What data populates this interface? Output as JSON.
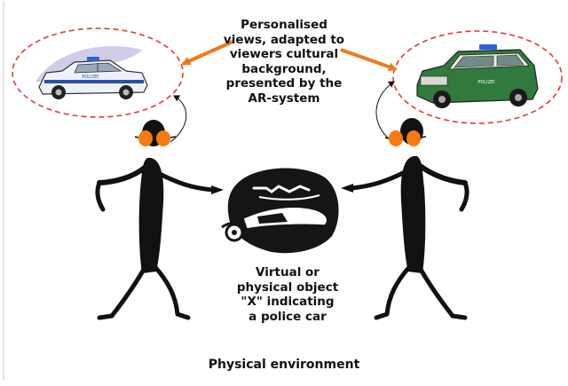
{
  "captions": {
    "personalised_views": "Personalised\nviews, adapted to\nviewers cultural\nbackground,\npresented by the\nAR-system",
    "object": "Virtual or\nphysical object\n\"X\" indicating\na police car",
    "environment": "Physical environment"
  },
  "car_left": {
    "text": "POLIZEI",
    "body_color": "#eef2f8",
    "stripe_color": "#2c50a8",
    "light_color": "#2e62d8"
  },
  "car_right": {
    "text": "POLIZEI",
    "body_color": "#2f7a3c",
    "upper_color": "#e9ece2",
    "light_color": "#2e62d8"
  },
  "colors": {
    "arrow": "#f07a1c",
    "bubble_border": "#e03a3a",
    "glasses": "#f57a10",
    "figure": "#111111"
  }
}
